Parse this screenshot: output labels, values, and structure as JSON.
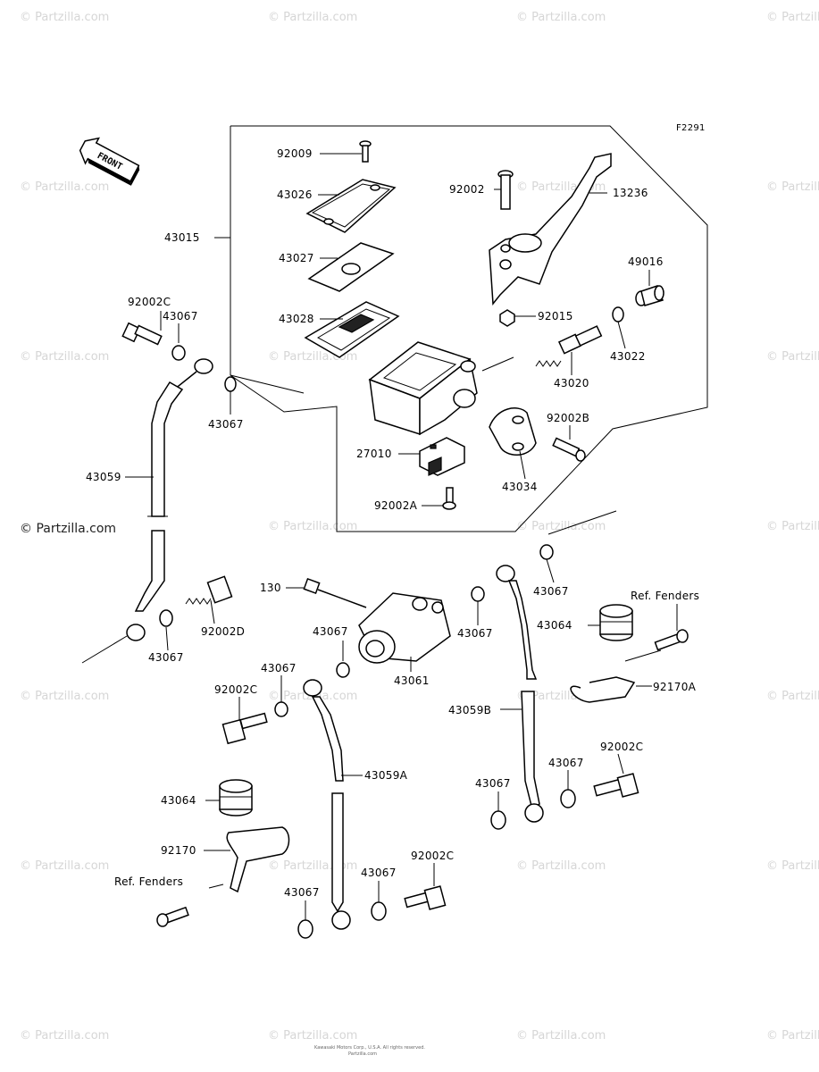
{
  "figure_id": "F2291",
  "front_label": "FRONT",
  "watermark_text": "© Partzilla.com",
  "side_watermark": "© Partzilla.com",
  "copyright_lines": [
    "Kawasaki Motors Corp., U.S.A. All rights reserved.",
    "Partzilla.com"
  ],
  "parts": [
    {
      "id": "p-92009",
      "label": "92009"
    },
    {
      "id": "p-43026",
      "label": "43026"
    },
    {
      "id": "p-43015",
      "label": "43015"
    },
    {
      "id": "p-43027",
      "label": "43027"
    },
    {
      "id": "p-43028",
      "label": "43028"
    },
    {
      "id": "p-92002",
      "label": "92002"
    },
    {
      "id": "p-13236",
      "label": "13236"
    },
    {
      "id": "p-49016",
      "label": "49016"
    },
    {
      "id": "p-92015",
      "label": "92015"
    },
    {
      "id": "p-43022",
      "label": "43022"
    },
    {
      "id": "p-43020",
      "label": "43020"
    },
    {
      "id": "p-92002B",
      "label": "92002B"
    },
    {
      "id": "p-27010",
      "label": "27010"
    },
    {
      "id": "p-43034",
      "label": "43034"
    },
    {
      "id": "p-92002A",
      "label": "92002A"
    },
    {
      "id": "p-92002C-1",
      "label": "92002C"
    },
    {
      "id": "p-43067-1",
      "label": "43067"
    },
    {
      "id": "p-43067-2",
      "label": "43067"
    },
    {
      "id": "p-43059",
      "label": "43059"
    },
    {
      "id": "p-43067-3",
      "label": "43067"
    },
    {
      "id": "p-92002D",
      "label": "92002D"
    },
    {
      "id": "p-130",
      "label": "130"
    },
    {
      "id": "p-43067-4",
      "label": "43067"
    },
    {
      "id": "p-43067-5",
      "label": "43067"
    },
    {
      "id": "p-43061",
      "label": "43061"
    },
    {
      "id": "p-43067-6",
      "label": "43067"
    },
    {
      "id": "p-ref-fenders-1",
      "label": "Ref. Fenders"
    },
    {
      "id": "p-43064-1",
      "label": "43064"
    },
    {
      "id": "p-92170A",
      "label": "92170A"
    },
    {
      "id": "p-43067-7",
      "label": "43067"
    },
    {
      "id": "p-92002C-2",
      "label": "92002C"
    },
    {
      "id": "p-43059B",
      "label": "43059B"
    },
    {
      "id": "p-43059A",
      "label": "43059A"
    },
    {
      "id": "p-43067-8",
      "label": "43067"
    },
    {
      "id": "p-92002C-3",
      "label": "92002C"
    },
    {
      "id": "p-43067-9",
      "label": "43067"
    },
    {
      "id": "p-43064-2",
      "label": "43064"
    },
    {
      "id": "p-92170",
      "label": "92170"
    },
    {
      "id": "p-ref-fenders-2",
      "label": "Ref. Fenders"
    },
    {
      "id": "p-43067-10",
      "label": "43067"
    },
    {
      "id": "p-92002C-4",
      "label": "92002C"
    },
    {
      "id": "p-43067-11",
      "label": "43067"
    }
  ]
}
